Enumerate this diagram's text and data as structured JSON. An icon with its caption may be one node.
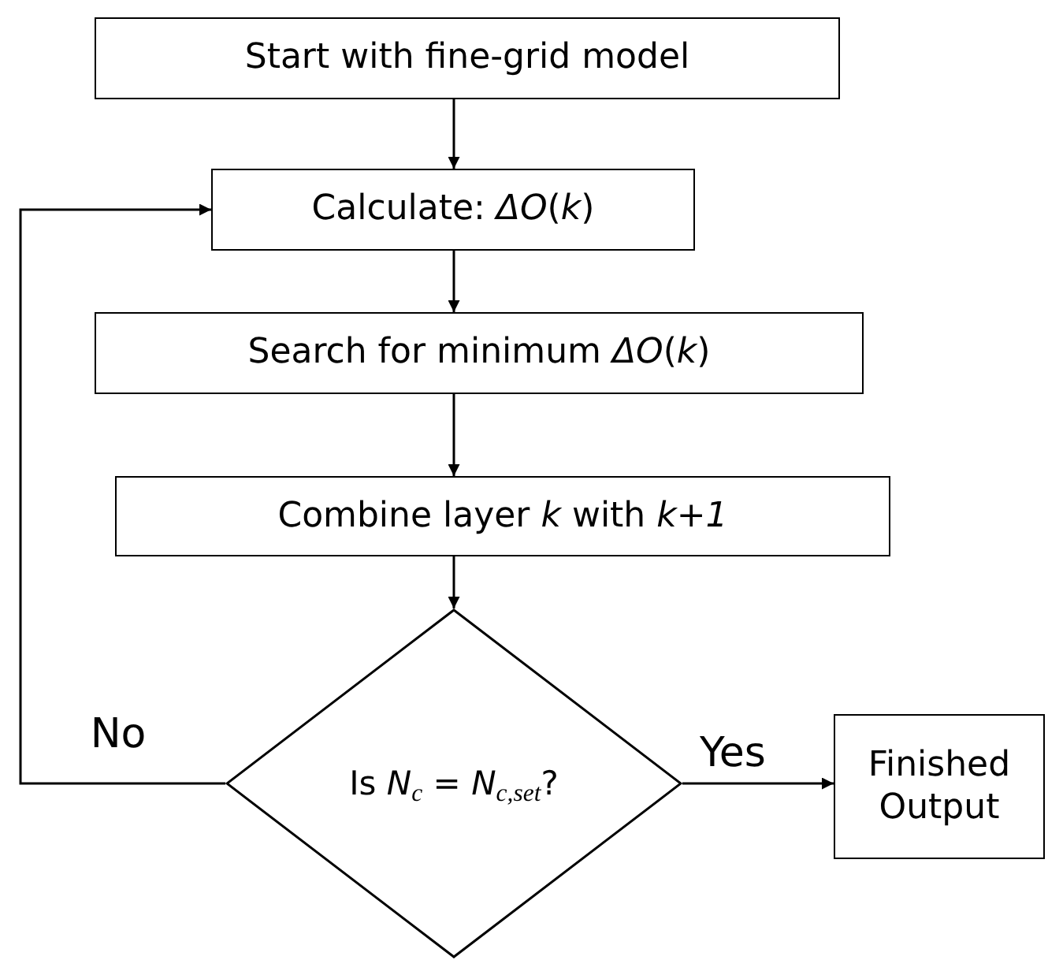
{
  "diagram": {
    "nodes": [
      {
        "text": [
          "Start with fine-grid model"
        ]
      },
      {
        "text": [
          "Calculate: *ΔO*(*k*)"
        ]
      },
      {
        "text": [
          "Search for minimum *ΔO*(*k*)"
        ]
      },
      {
        "text": [
          "Combine layer *k* with *k+1*"
        ]
      },
      {
        "text": [
          "Is *N*$_{c}$ = *N*$_{c,set}$?"
        ]
      },
      {
        "text": [
          "Finished Output"
        ]
      }
    ],
    "edges": [
      {
        "from": 0,
        "to": 1,
        "arrow": "to"
      },
      {
        "from": 1,
        "to": 2,
        "arrow": "to"
      },
      {
        "from": 2,
        "to": 3,
        "arrow": "to"
      },
      {
        "from": 3,
        "to": 4,
        "arrow": "to"
      },
      {
        "from": 4,
        "to": 1,
        "arrow": "to",
        "label": "No"
      },
      {
        "from": 4,
        "to": 5,
        "arrow": "to",
        "label": "Yes"
      }
    ]
  }
}
